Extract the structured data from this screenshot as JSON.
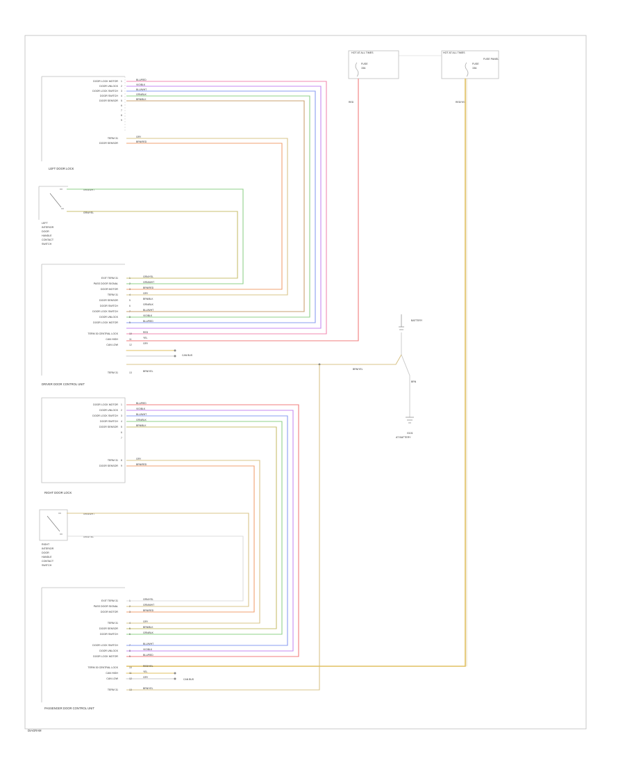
{
  "fuses": {
    "left": {
      "label": "HOT AT ALL TIMES",
      "fuse": "FUSE",
      "amps": "15A"
    },
    "right": {
      "label": "HOT AT ALL TIMES",
      "fuse": "FUSE",
      "amps": "15A",
      "panel": "FUSE PANEL"
    },
    "left_wire": "RED",
    "right_wire": "RED/YEL"
  },
  "ground": {
    "label": "BATTERY",
    "lower": "G101",
    "lower_sub": "AT BATTERY",
    "wire": "BRN"
  },
  "sections": {
    "left_lock": {
      "title": "LEFT DOOR LOCK",
      "labels": [
        "DOOR LOCK MOTOR",
        "DOOR UNLOCK",
        "DOOR LOCK SWITCH",
        "DOOR SWITCH",
        "DOOR SENSOR",
        "TERM 31",
        "DOOR SENSOR"
      ],
      "wires": [
        "BLU/RED",
        "VIO/BLK",
        "BLU/WHT",
        "GRN/BLK",
        "BRN/BLK",
        "GRY",
        "BRN/RED"
      ],
      "pins": [
        "1",
        "2",
        "3",
        "4",
        "5",
        "6",
        "7",
        "8",
        "9"
      ]
    },
    "left_switch": {
      "title": "LEFT DOOR CONTACT SWITCH",
      "lines": [
        "LEFT",
        "INTERIOR",
        "DOOR",
        "HANDLE",
        "CONTACT",
        "SWITCH"
      ],
      "wires": [
        "GRN/WHT",
        "GRN/YEL"
      ]
    },
    "driver_unit": {
      "title": "DRIVER DOOR CONTROL UNIT",
      "labels": [
        "EXIT TERM 31",
        "PASS DOOR SIGNAL",
        "DOOR MOTOR",
        "TERM 31",
        "DOOR SENSOR",
        "DOOR SWITCH",
        "DOOR LOCK SWITCH",
        "DOOR UNLOCK",
        "DOOR LOCK MOTOR",
        "TERM 30 CENTRAL LOCK",
        "CAN HIGH",
        "CAN LOW",
        "TERM 31"
      ],
      "wires": [
        "GRN/YEL",
        "GRN/WHT",
        "BRN/RED",
        "GRY",
        "BRN/BLK",
        "GRN/BLK",
        "BLU/WHT",
        "VIO/BLK",
        "BLU/RED",
        "RED",
        "YEL",
        "GRY",
        "BRN/YEL"
      ],
      "pins": [
        "1",
        "2",
        "3",
        "4",
        "5",
        "6",
        "7",
        "8",
        "9",
        "10",
        "11",
        "12",
        "13"
      ],
      "can_note": "CAN BUS"
    },
    "right_lock": {
      "title": "RIGHT DOOR LOCK",
      "labels": [
        "DOOR LOCK MOTOR",
        "DOOR UNLOCK",
        "DOOR LOCK SWITCH",
        "DOOR SWITCH",
        "DOOR SENSOR",
        "TERM 31",
        "DOOR SENSOR"
      ],
      "wires": [
        "BLU/RED",
        "VIO/BLK",
        "BLU/WHT",
        "GRN/BLK",
        "BRN/BLK",
        "GRY",
        "BRN/RED"
      ],
      "pins": [
        "1",
        "2",
        "3",
        "4",
        "5",
        "6",
        "7",
        "8",
        "9"
      ]
    },
    "right_switch": {
      "title": "RIGHT DOOR CONTACT SWITCH",
      "lines": [
        "RIGHT",
        "INTERIOR",
        "DOOR",
        "HANDLE",
        "CONTACT",
        "SWITCH"
      ],
      "wires": [
        "GRN/WHT",
        "GRN/YEL"
      ]
    },
    "pass_unit": {
      "title": "PASSENGER DOOR CONTROL UNIT",
      "labels": [
        "EXIT TERM 31",
        "PASS DOOR SIGNAL",
        "DOOR MOTOR",
        "TERM 31",
        "DOOR SENSOR",
        "DOOR SWITCH",
        "DOOR LOCK SWITCH",
        "DOOR UNLOCK",
        "DOOR LOCK MOTOR",
        "TERM 30 CENTRAL LOCK",
        "CAN HIGH",
        "CAN LOW",
        "TERM 31"
      ],
      "wires": [
        "GRN/YEL",
        "GRN/WHT",
        "BRN/RED",
        "GRY",
        "BRN/BLK",
        "GRN/BLK",
        "BLU/WHT",
        "VIO/BLK",
        "BLU/RED",
        "RED/YEL",
        "YEL",
        "GRY",
        "BRN/YEL"
      ],
      "pins": [
        "1",
        "2",
        "3",
        "4",
        "5",
        "6",
        "7",
        "8",
        "9",
        "10",
        "11",
        "12",
        "13"
      ],
      "can_note": "CAN BUS"
    }
  },
  "ground_wire": "BRN/YEL",
  "footer": "DIAGRAM",
  "colors": {
    "red": "#f07c7c",
    "pink": "#f08ab0",
    "violet": "#c58af0",
    "blue": "#8a9cf0",
    "green": "#8fd08a",
    "olive": "#c8c070",
    "brown": "#c9a070",
    "orange": "#f0a070",
    "tan": "#d9c48a",
    "gray": "#c8c8c8",
    "lightgray": "#dddddd",
    "yellow": "#e0c060",
    "frame": "#bdbdbd"
  }
}
